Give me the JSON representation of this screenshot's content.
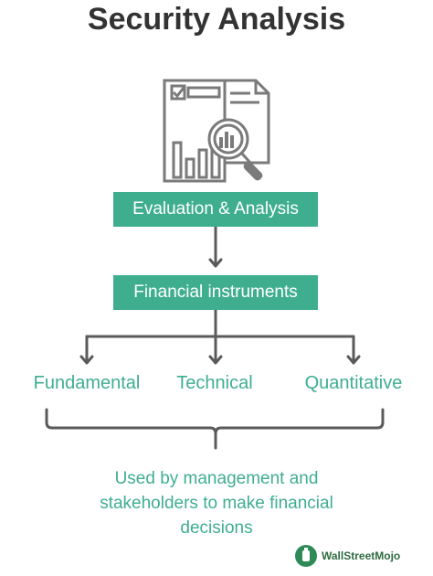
{
  "title": "Security Analysis",
  "nodes": {
    "top": "Evaluation & Analysis",
    "middle": "Financial instruments",
    "leaves": [
      "Fundamental",
      "Technical",
      "Quantitative"
    ]
  },
  "description_lines": [
    "Used by management and",
    "stakeholders to make financial",
    "decisions"
  ],
  "brand": "WallStreetMojo",
  "colors": {
    "accent": "#3fae8f",
    "title": "#333333",
    "line": "#5a5a5a"
  },
  "icon": "document-analysis-magnifier-icon"
}
